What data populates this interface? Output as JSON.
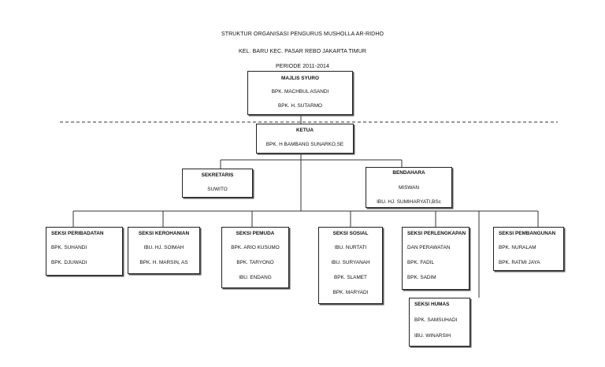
{
  "header": {
    "title": "STRUKTUR ORGANISASI PENGURUS MUSHOLLA AR-RIDHO",
    "location": "KEL. BARU KEC. PASAR REBO JAKARTA TIMUR",
    "period": "PERIODE  2011-2014"
  },
  "majlis": {
    "title": "MAJLIS SYURO",
    "members": [
      "BPK. MACHBUL ASANDI",
      "BPK. H. SUTARMO"
    ]
  },
  "ketua": {
    "title": "KETUA",
    "members": [
      "BPK. H BAMBANG SUNARKO,SE"
    ]
  },
  "sekretaris": {
    "title": "SEKRETARIS",
    "members": [
      "SUWITO"
    ]
  },
  "bendahara": {
    "title": "BENDAHARA",
    "members": [
      "MISWAN",
      "IBU. HJ. SUMIHARYATI,BSc"
    ]
  },
  "seksi_peribadatan": {
    "title": "SEKSI PERIBADATAN",
    "members": [
      "BPK. SUHANDI",
      "BPK. DJUWADI"
    ]
  },
  "seksi_kerohanian": {
    "title": "SEKSI KEROHANIAN",
    "members": [
      "IBU. HJ. SOIMAH",
      "BPK. H. MARSIN, AS"
    ]
  },
  "seksi_pemuda": {
    "title": "SEKSI PEMUDA",
    "members": [
      "BPK. ARIO KUSUMO",
      "BPK. TARYONO",
      "IBU. ENDANG"
    ]
  },
  "seksi_sosial": {
    "title": "SEKSI  SOSIAL",
    "members": [
      "IBU. NURTATI",
      "IBU. SURYANAH",
      "BPK. SLAMET",
      "BPK. MARYADI"
    ]
  },
  "seksi_perlengkapan": {
    "title": "SEKSI PERLENGKAPAN",
    "members": [
      "DAN PERAWATAN",
      "BPK. FADIL",
      "BPK. SADIM"
    ]
  },
  "seksi_pembangunan": {
    "title": "SEKSI PEMBANGUNAN",
    "members": [
      "BPK. NURALAM",
      "BPK. RATMI JAYA"
    ]
  },
  "seksi_humas": {
    "title": "SEKSI HUMAS",
    "members": [
      "BPK. SAMSUHADI",
      "IBU. WINARSIH"
    ]
  }
}
